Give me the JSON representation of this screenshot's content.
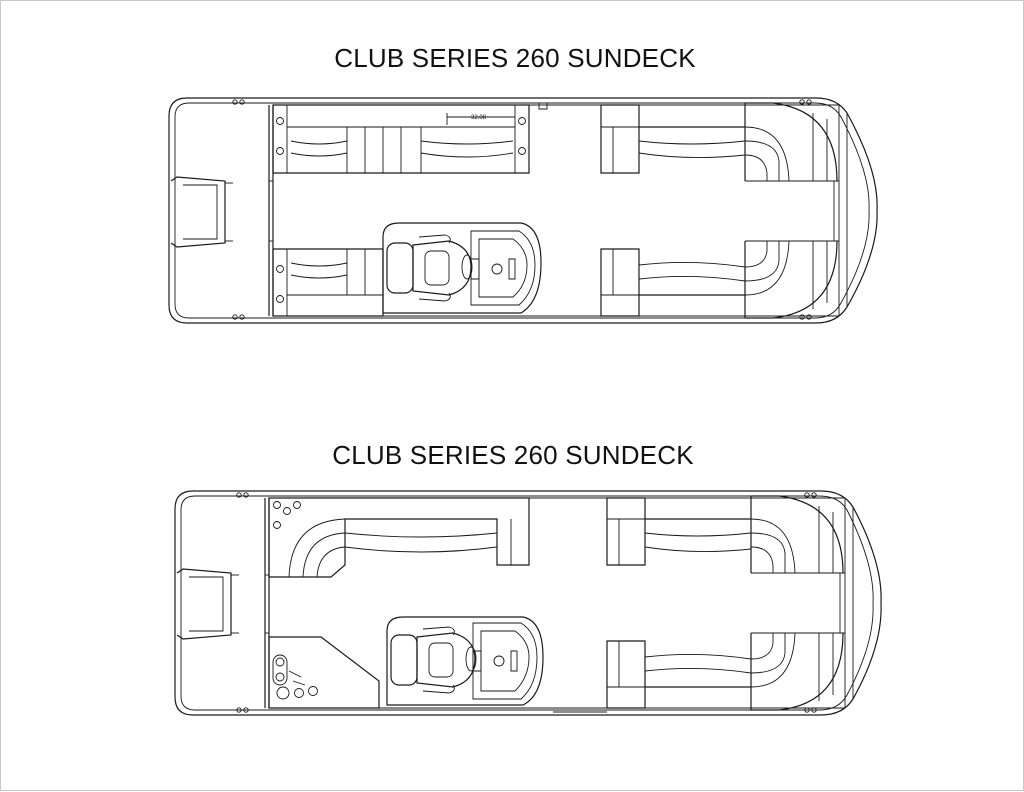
{
  "diagrams": [
    {
      "title": "CLUB SERIES 260 SUNDECK",
      "dimension_label": "32.08"
    },
    {
      "title": "CLUB SERIES 260 SUNDECK"
    }
  ]
}
